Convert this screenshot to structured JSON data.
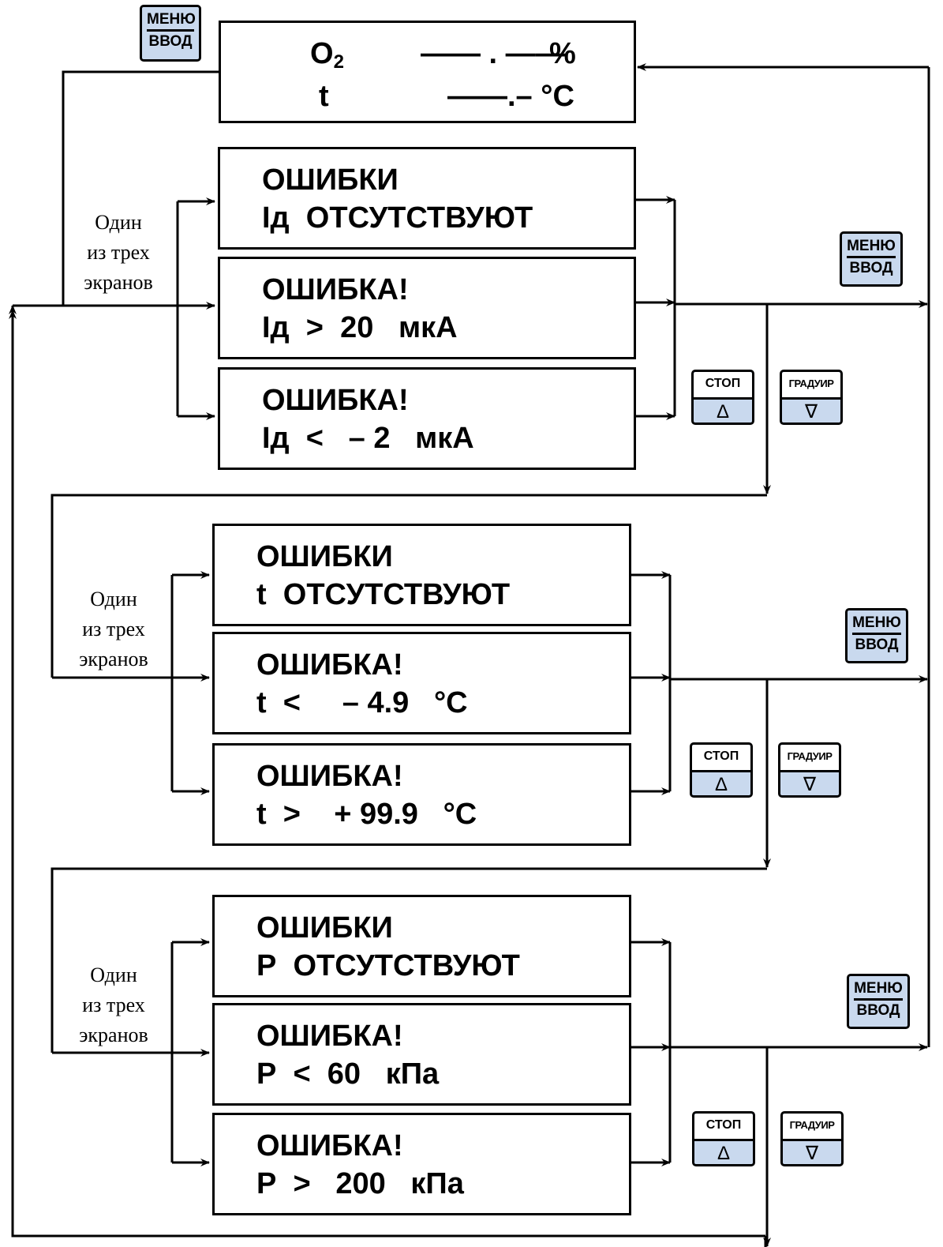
{
  "main_screen": {
    "line1": {
      "param": "O",
      "param_sub": "2",
      "value": "—— . ——",
      "unit": "%"
    },
    "line2": {
      "param": "t",
      "value": "——.– °C"
    }
  },
  "keys": {
    "menu_top": "МЕНЮ",
    "menu_bottom": "ВВОД",
    "stop_label": "СТОП",
    "stop_symbol": "Δ",
    "calib_label": "ГРАДУИР",
    "calib_symbol": "∇"
  },
  "note": [
    "Один",
    "из трех",
    "экранов"
  ],
  "groups": [
    {
      "name": "Iд",
      "screens": [
        {
          "line1": "ОШИБКИ",
          "line2": "Iд  ОТСУТСТВУЮТ"
        },
        {
          "line1": "ОШИБКА!",
          "line2": "Iд  >  20   мкА"
        },
        {
          "line1": "ОШИБКА!",
          "line2": "Iд  <   – 2   мкА"
        }
      ]
    },
    {
      "name": "t",
      "screens": [
        {
          "line1": "ОШИБКИ",
          "line2": "t  ОТСУТСТВУЮТ"
        },
        {
          "line1": "ОШИБКА!",
          "line2": "t  <     – 4.9   °С"
        },
        {
          "line1": "ОШИБКА!",
          "line2": "t  >    + 99.9   °С"
        }
      ]
    },
    {
      "name": "P",
      "screens": [
        {
          "line1": "ОШИБКИ",
          "line2": "Р  ОТСУТСТВУЮТ"
        },
        {
          "line1": "ОШИБКА!",
          "line2": "Р  <  60   кПа"
        },
        {
          "line1": "ОШИБКА!",
          "line2": "Р  >   200   кПа"
        }
      ]
    }
  ]
}
